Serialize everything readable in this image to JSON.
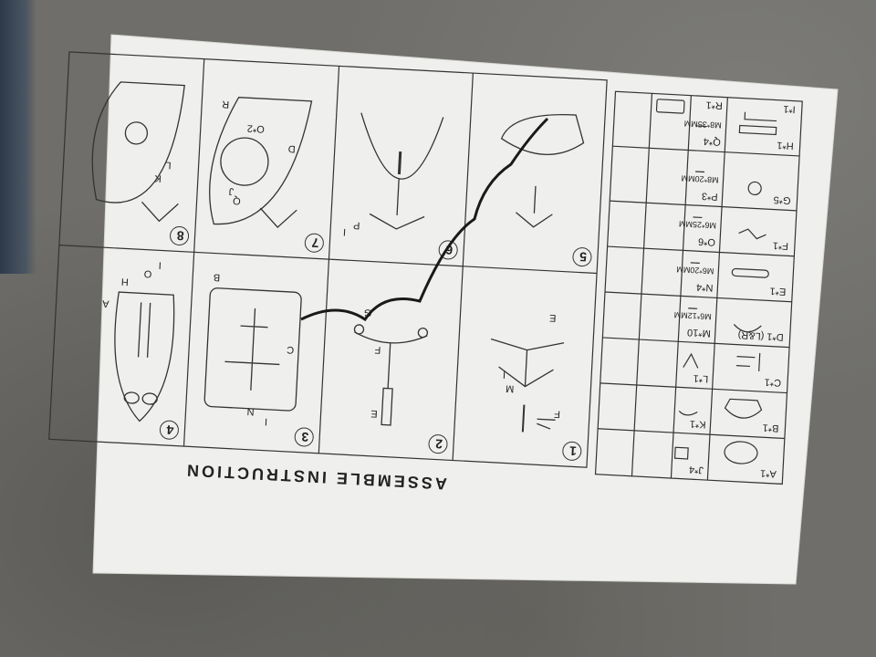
{
  "title": "ASSEMBLE INSTRUCTION",
  "steps": [
    "1",
    "2",
    "3",
    "4",
    "5",
    "6",
    "7",
    "8"
  ],
  "parts": {
    "A": "A*1",
    "B": "B*1",
    "C": "C*1",
    "D": "D*1 (L&R)",
    "E": "E*1",
    "F": "F*1",
    "G": "G*5",
    "H": "H*1",
    "I": "I*1",
    "J": "J*4",
    "K": "K*1",
    "L": "L*1",
    "M": "M*10",
    "M_size": "M6*12MM",
    "N": "N*4",
    "N_size": "M6*20MM",
    "O": "O*6",
    "O_size": "M6*25MM",
    "P": "P*3",
    "P_size": "M8*20MM",
    "Q": "Q*4",
    "Q_size": "M8*35MM",
    "R": "R*1"
  },
  "callouts": {
    "step1_E": "E",
    "step1_F": "F",
    "step1_M": "M",
    "step1_I": "I",
    "step2_G": "G",
    "step2_F": "F",
    "step2_E": "E",
    "step3_B": "B",
    "step3_C": "C",
    "step3_N": "N",
    "step3_I": "I",
    "step4_A": "A",
    "step4_H": "H",
    "step4_O": "O",
    "step4_I": "I",
    "step6_P": "P",
    "step6_I": "I",
    "step7_J": "J",
    "step7_Q": "Q",
    "step7_D": "D",
    "step7_O2": "O*2",
    "step7_R": "R",
    "step8_K": "K",
    "step8_L": "L"
  }
}
